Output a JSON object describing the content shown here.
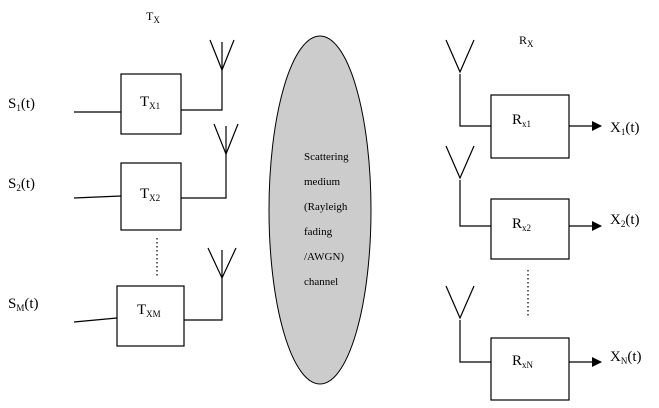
{
  "header": {
    "tx": {
      "base": "T",
      "sub": "X"
    },
    "rx": {
      "base": "R",
      "sub": "X"
    }
  },
  "inputs": [
    {
      "base": "S",
      "sub": "1",
      "tail": "(t)"
    },
    {
      "base": "S",
      "sub": "2",
      "tail": "(t)"
    },
    {
      "base": "S",
      "sub": "M",
      "tail": "(t)"
    }
  ],
  "transmitters": [
    {
      "base": "T",
      "sub": "X1"
    },
    {
      "base": "T",
      "sub": "X2"
    },
    {
      "base": "T",
      "sub": "XM"
    }
  ],
  "receivers": [
    {
      "base": "R",
      "sub": "x1"
    },
    {
      "base": "R",
      "sub": "x2"
    },
    {
      "base": "R",
      "sub": "xN"
    }
  ],
  "outputs": [
    {
      "base": "X",
      "sub": "1",
      "tail": "(t)"
    },
    {
      "base": "X",
      "sub": "2",
      "tail": "(t)"
    },
    {
      "base": "X",
      "sub": "N",
      "tail": "(t)"
    }
  ],
  "medium": {
    "lines": [
      "Scattering",
      "medium",
      "(Rayleigh",
      "fading",
      "/AWGN)",
      "channel"
    ],
    "fill": "#cccccc"
  },
  "colors": {
    "stroke": "#000000",
    "medium_fill": "#cccccc"
  }
}
